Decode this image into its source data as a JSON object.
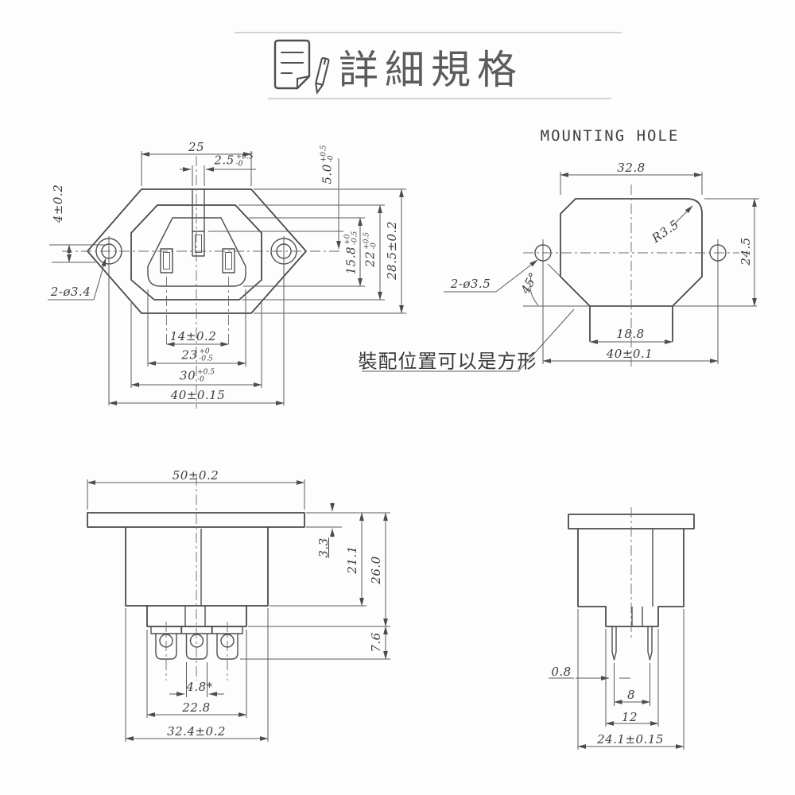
{
  "page": {
    "background": "#fdfdfd",
    "line_color": "#4a4a4a",
    "accent_gray": "#5c5c5c"
  },
  "header": {
    "title": "詳細規格",
    "icon": "document-pen-icon"
  },
  "views": {
    "front": {
      "dims": {
        "top_width": {
          "main": "25"
        },
        "earth_pin_width": {
          "main": "2.5",
          "sup": "+0.5",
          "sub": "-0"
        },
        "earth_pin_height": {
          "main": "5.0",
          "sup": "+0.5",
          "sub": "-0"
        },
        "offset": {
          "main": "4±0.2"
        },
        "face_height": {
          "main": "15.8",
          "sup": "+0",
          "sub": "-0.5"
        },
        "recess_height": {
          "main": "22",
          "sup": "+0.5",
          "sub": "-0"
        },
        "flange_height": {
          "main": "28.5±0.2"
        },
        "holes": {
          "main": "2-ø3.4"
        },
        "pin_spacing": {
          "main": "14±0.2"
        },
        "face_width": {
          "main": "23",
          "sup": "+0",
          "sub": "-0.5"
        },
        "recess_width": {
          "main": "30",
          "sup": "+0.5",
          "sub": "-0"
        },
        "hole_spacing": {
          "main": "40±0.15"
        }
      }
    },
    "mounting": {
      "title": "MOUNTING HOLE",
      "note": "裝配位置可以是方形",
      "dims": {
        "width": {
          "main": "32.8"
        },
        "radius": {
          "main": "R3.5"
        },
        "height": {
          "main": "24.5"
        },
        "holes": {
          "main": "2-ø3.5"
        },
        "angle": {
          "main": "45°"
        },
        "tab_width": {
          "main": "18.8"
        },
        "hole_spacing": {
          "main": "40±0.1"
        }
      }
    },
    "side": {
      "dims": {
        "flange_width": {
          "main": "50±0.2"
        },
        "flange_thickness": {
          "main": "3.3"
        },
        "body_depth": {
          "main": "21.1"
        },
        "total_depth": {
          "main": "26.0"
        },
        "terminal_length": {
          "main": "7.6"
        },
        "terminal_width": {
          "main": "4.8*"
        },
        "terminal_span": {
          "main": "22.8"
        },
        "body_width": {
          "main": "32.4±0.2"
        }
      }
    },
    "end": {
      "dims": {
        "pin_thickness": {
          "main": "0.8"
        },
        "pin_spacing": {
          "main": "8"
        },
        "neck_width": {
          "main": "12"
        },
        "body_width": {
          "main": "24.1±0.15"
        }
      }
    }
  }
}
